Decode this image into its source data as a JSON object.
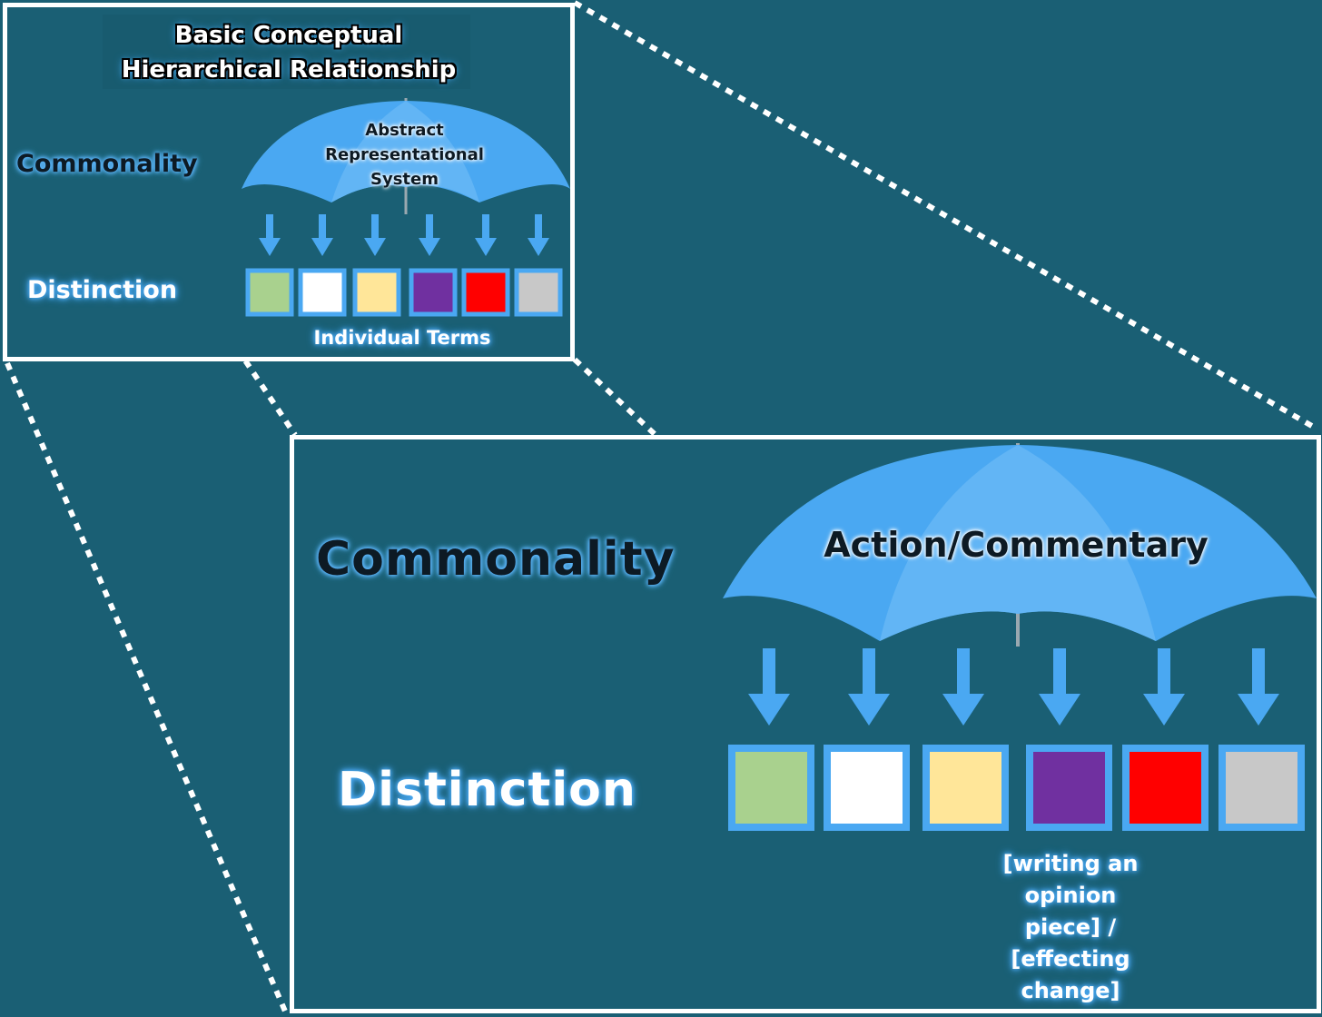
{
  "overview": {
    "title_line1": "Basic Conceptual",
    "title_line2": "Hierarchical Relationship",
    "commonality": "Commonality",
    "distinction": "Distinction",
    "umbrella_line1": "Abstract",
    "umbrella_line2": "Representational",
    "umbrella_line3": "System",
    "caption": "Individual Terms"
  },
  "example": {
    "commonality": "Commonality",
    "distinction": "Distinction",
    "umbrella_label": "Action/Commentary",
    "caption_line1": "[writing an",
    "caption_line2": "opinion",
    "caption_line3": "piece] /",
    "caption_line4": "[effecting",
    "caption_line5": "change]"
  },
  "colors": {
    "background": "#1a5f74",
    "umbrella": "#4aa8f2",
    "arrow": "#4aa8f2",
    "square_border": "#4aa8f2",
    "squares": [
      "#a9d18e",
      "#ffffff",
      "#ffe699",
      "#7030a0",
      "#ff0000",
      "#c8c8c8"
    ]
  }
}
